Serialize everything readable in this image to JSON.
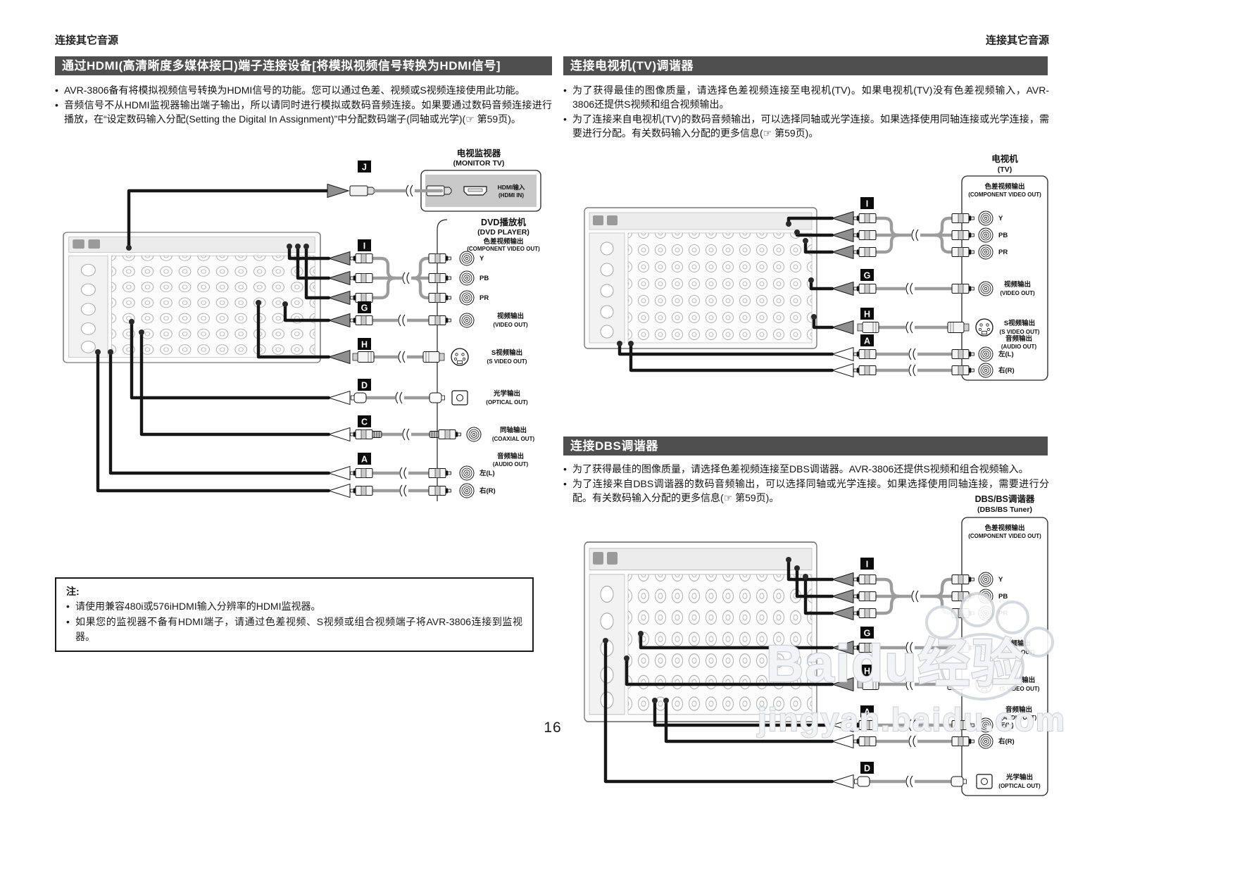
{
  "page": {
    "running_head_left": "连接其它音源",
    "running_head_right": "连接其它音源",
    "page_number": "16",
    "watermark_title": "Baidu经验",
    "watermark_url": "jingyan.baidu.com"
  },
  "hdmi_section": {
    "title": "通过HDMI(高清晰度多媒体接口)端子连接设备[将模拟视频信号转换为HDMI信号]",
    "bullets": [
      "AVR-3806备有将模拟视频信号转换为HDMI信号的功能。您可以通过色差、视频或S视频连接使用此功能。",
      "音频信号不从HDMI监视器输出端子输出，所以请同时进行模拟或数码音频连接。如果要通过数码音频连接进行播放，在“设定数码输入分配(Setting the Digital In Assignment)”中分配数码端子(同轴或光学)(☞ 第59页)。"
    ],
    "note": {
      "title": "注:",
      "bullets": [
        "请使用兼容480i或576iHDMI输入分辨率的HDMI监视器。",
        "如果您的监视器不备有HDMI端子，请通过色差视频、S视频或组合视频端子将AVR-3806连接到监视器。"
      ]
    },
    "diagram": {
      "letters": {
        "j": "J",
        "i": "I",
        "g": "G",
        "h": "H",
        "d": "D",
        "c": "C",
        "a": "A"
      },
      "monitor": {
        "name_cn": "电视监视器",
        "name_en": "(MONITOR TV)",
        "hdmi_cn": "HDMI输入",
        "hdmi_en": "(HDMI IN)"
      },
      "dvd": {
        "name_cn": "DVD播放机",
        "name_en": "(DVD PLAYER)",
        "comp_cn": "色差视频输出",
        "comp_en": "(COMPONENT VIDEO OUT)",
        "y": "Y",
        "pb": "PB",
        "pr": "PR",
        "video_cn": "视频输出",
        "video_en": "(VIDEO OUT)",
        "svideo_cn": "S视频输出",
        "svideo_en": "(S VIDEO OUT)",
        "optical_cn": "光学输出",
        "optical_en": "(OPTICAL OUT)",
        "coaxial_cn": "同轴输出",
        "coaxial_en": "(COAXIAL OUT)",
        "audio_cn": "音频输出",
        "audio_en": "(AUDIO OUT)",
        "left": "左(L)",
        "right": "右(R)"
      }
    }
  },
  "tv_section": {
    "title": "连接电视机(TV)调谐器",
    "bullets": [
      "为了获得最佳的图像质量，请选择色差视频连接至电视机(TV)。如果电视机(TV)没有色差视频输入，AVR-3806还提供S视频和组合视频输出。",
      "为了连接来自电视机(TV)的数码音频输出，可以选择同轴或光学连接。如果选择使用同轴连接或光学连接，需要进行分配。有关数码输入分配的更多信息(☞ 第59页)。"
    ],
    "diagram": {
      "letters": {
        "i": "I",
        "g": "G",
        "h": "H",
        "a": "A"
      },
      "tv": {
        "name_cn": "电视机",
        "name_en": "(TV)",
        "comp_cn": "色差视频输出",
        "comp_en": "(COMPONENT VIDEO OUT)",
        "y": "Y",
        "pb": "PB",
        "pr": "PR",
        "video_cn": "视频输出",
        "video_en": "(VIDEO OUT)",
        "svideo_cn": "S视频输出",
        "svideo_en": "(S VIDEO OUT)",
        "audio_cn": "音频输出",
        "audio_en": "(AUDIO OUT)",
        "left": "左(L)",
        "right": "右(R)"
      }
    }
  },
  "dbs_section": {
    "title": "连接DBS调谐器",
    "bullets": [
      "为了获得最佳的图像质量，请选择色差视频连接至DBS调谐器。AVR-3806还提供S视频和组合视频输入。",
      "为了连接来自DBS调谐器的数码音频输出，可以选择同轴或光学连接。如果选择使用同轴连接，需要进行分配。有关数码输入分配的更多信息(☞ 第59页)。"
    ],
    "diagram": {
      "letters": {
        "i": "I",
        "g": "G",
        "h": "H",
        "a": "A",
        "d": "D"
      },
      "tuner": {
        "name_cn": "DBS/BS调谐器",
        "name_en": "(DBS/BS Tuner)",
        "comp_cn": "色差视频输出",
        "comp_en": "(COMPONENT VIDEO OUT)",
        "y": "Y",
        "pb": "PB",
        "pr": "PR",
        "video_cn": "视频输出",
        "video_en": "(VIDEO OUT)",
        "svideo_cn": "S视频输出",
        "svideo_en": "(S VIDEO OUT)",
        "audio_cn": "音频输出",
        "audio_en": "(AUDIO OUT)",
        "left": "左(L)",
        "right": "右(R)",
        "optical_cn": "光学输出",
        "optical_en": "(OPTICAL OUT)"
      }
    }
  }
}
